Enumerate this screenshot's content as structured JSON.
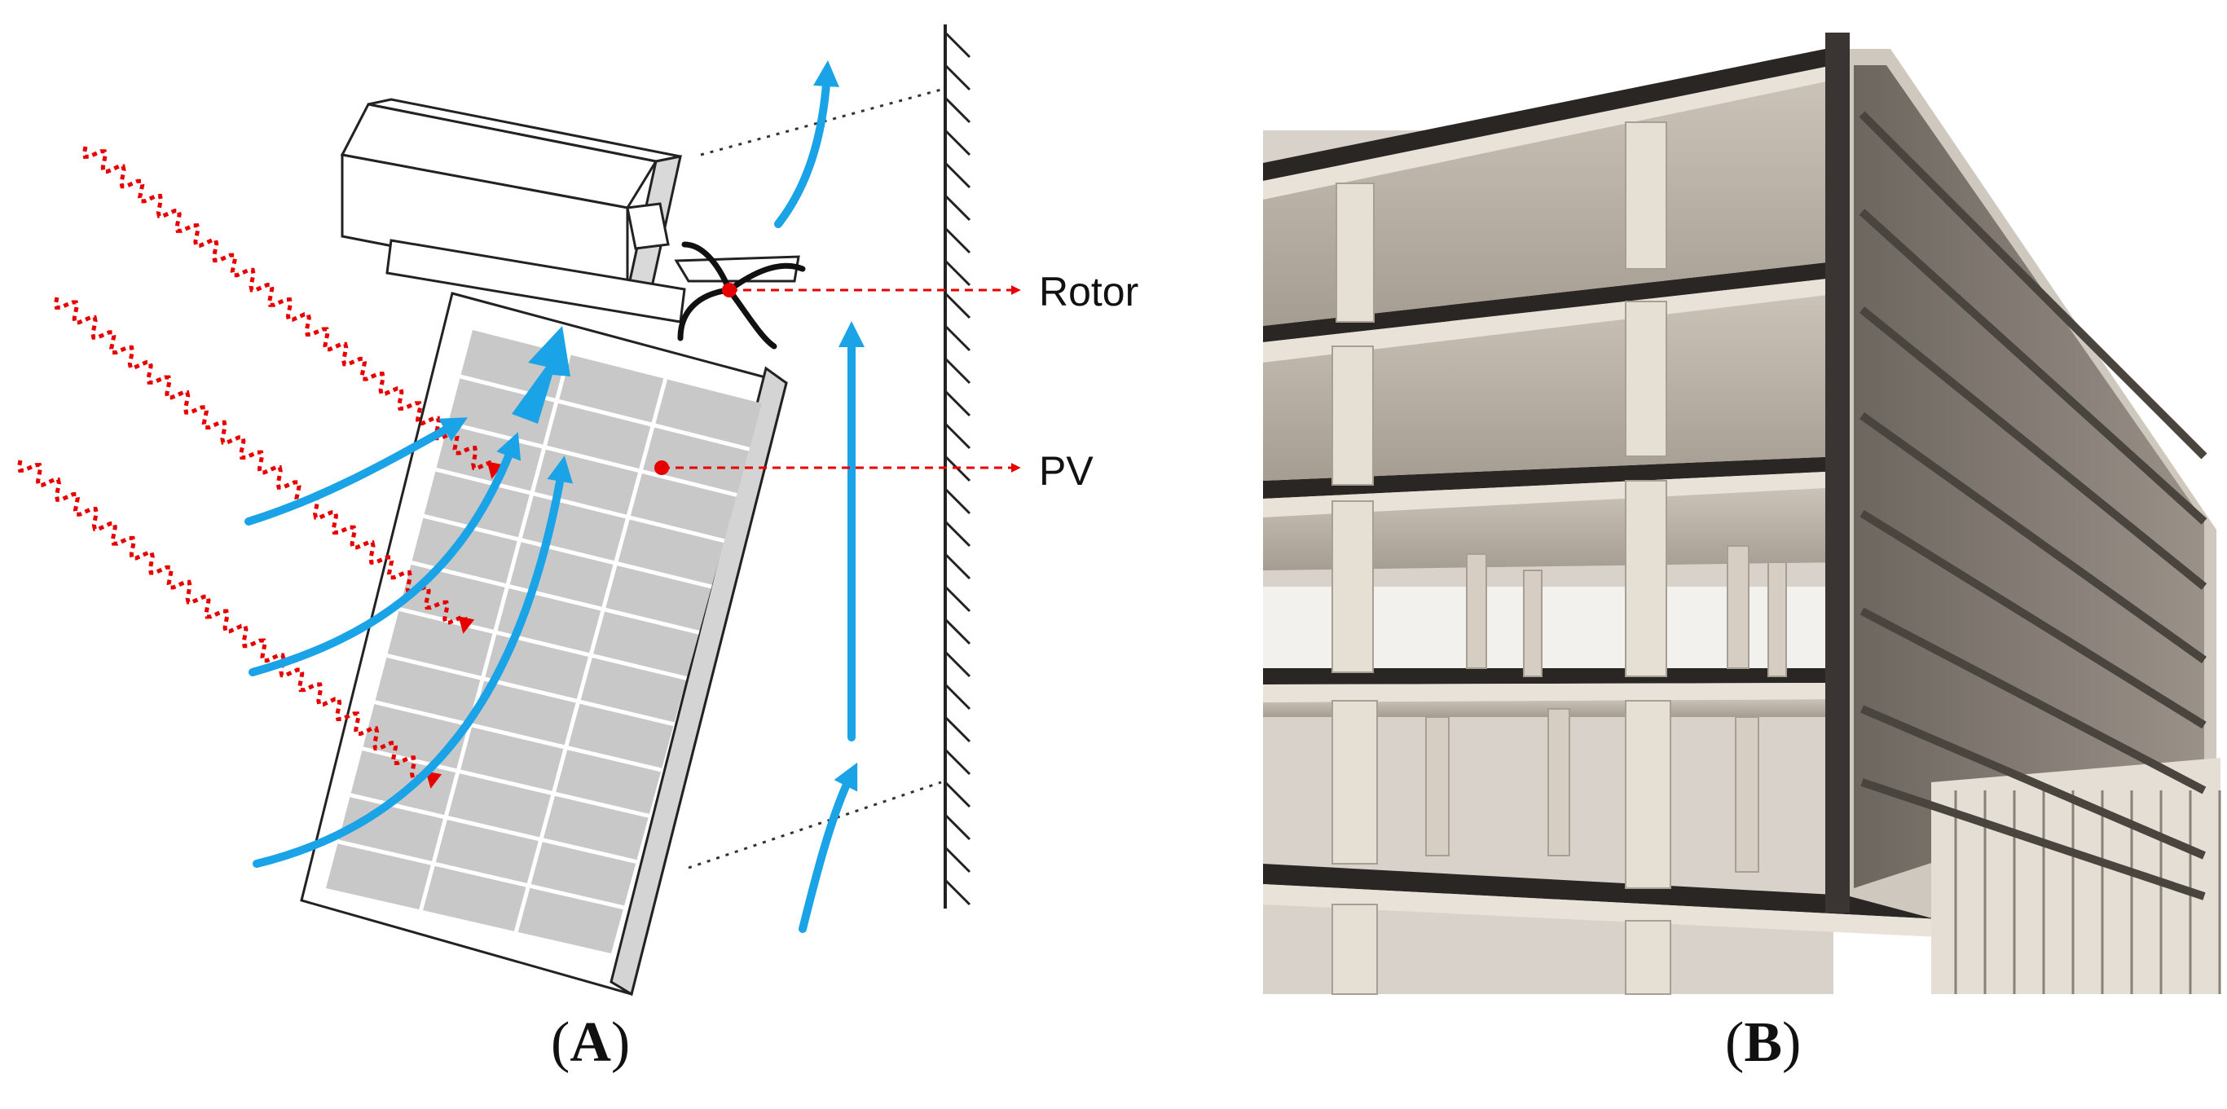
{
  "panel_a": {
    "rotor_label": "Rotor",
    "pv_label": "PV",
    "caption_open": "(",
    "caption_letter": "A",
    "caption_close": ")"
  },
  "panel_b": {
    "caption_open": "(",
    "caption_letter": "B",
    "caption_close": ")"
  },
  "colors": {
    "airflow": "#1aa3e6",
    "solar_radiation": "#e60000",
    "pv_cells": "#c8c8c8",
    "structure": "#2b2b2b",
    "concrete": "#e6dfd4"
  }
}
